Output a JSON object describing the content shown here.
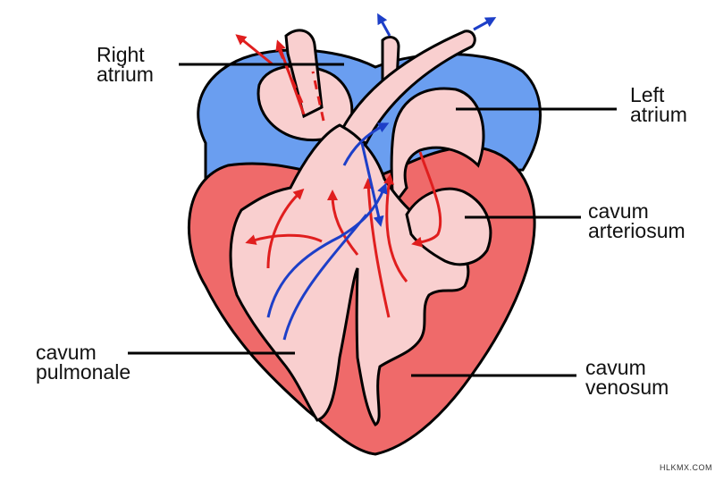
{
  "labels": {
    "right_atrium": [
      "Right",
      "atrium"
    ],
    "left_atrium": [
      "Left",
      "atrium"
    ],
    "cavum_arteriosum": [
      "cavum",
      "arteriosum"
    ],
    "cavum_pulmonale": [
      "cavum",
      "pulmonale"
    ],
    "cavum_venosum": [
      "cavum",
      "venosum"
    ]
  },
  "watermark": "HLKMX.COM",
  "colors": {
    "oxygenated_chamber": "#ef6a6a",
    "deoxygenated_atrium": "#6a9ef0",
    "lumen": "#f9cfcf",
    "arrow_oxygenated": "#e01e1e",
    "arrow_deoxygenated": "#1d3fc8",
    "outline": "#000000"
  }
}
